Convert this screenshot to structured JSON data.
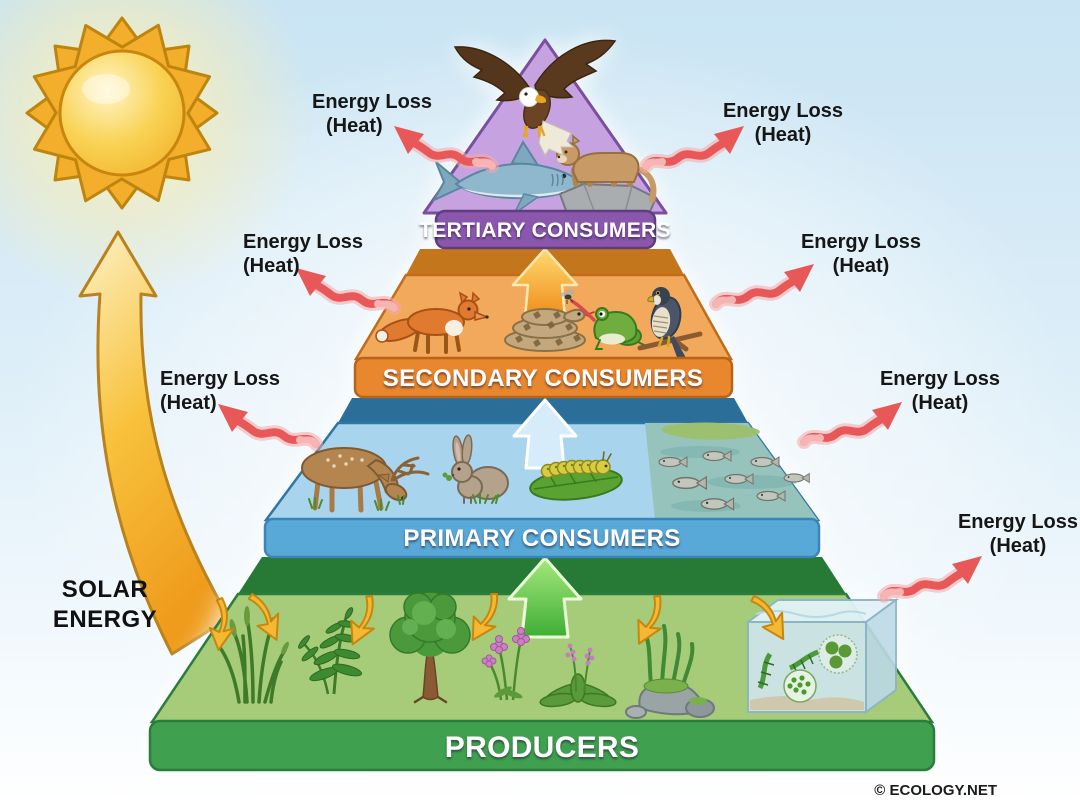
{
  "diagram": {
    "type": "energy-pyramid",
    "solar_label": {
      "line1": "SOLAR",
      "line2": "ENERGY"
    },
    "energy_loss_label": {
      "line1": "Energy Loss",
      "line2": "(Heat)"
    },
    "energy_loss_count": 7,
    "copyright": "© ECOLOGY.NET"
  },
  "levels": [
    {
      "id": "producers",
      "label": "PRODUCERS",
      "top_fill": "#a6cc79",
      "band_fill": "#3fa04f",
      "band_edge": "#2a7d3a",
      "back_fill": "#267a36",
      "organisms": [
        "grass",
        "fern",
        "tree",
        "wildflowers",
        "flowering-plant",
        "moss-rocks-seaweed",
        "algae-water-cube"
      ]
    },
    {
      "id": "primary-consumers",
      "label": "PRIMARY CONSUMERS",
      "top_fill": "#a9d4ee",
      "band_fill": "#58a8d8",
      "band_edge": "#3a85b5",
      "back_fill": "#2b6e99",
      "organisms": [
        "deer",
        "rabbit",
        "caterpillar-on-leaf",
        "fish-school"
      ]
    },
    {
      "id": "secondary-consumers",
      "label": "SECONDARY CONSUMERS",
      "top_fill": "#f2a95c",
      "band_fill": "#e8872d",
      "band_edge": "#b5641a",
      "back_fill": "#c4761c",
      "organisms": [
        "fox",
        "snake",
        "frog-with-insect",
        "falcon"
      ]
    },
    {
      "id": "tertiary-consumers",
      "label": "TERTIARY CONSUMERS",
      "top_fill": "#c6a3e0",
      "band_fill": "#8a57ad",
      "band_edge": "#5f3d7e",
      "back_fill": "#7a4fa0",
      "organisms": [
        "eagle",
        "shark",
        "mountain-lion"
      ]
    }
  ],
  "arrows": {
    "energy_loss_color": "#e85858",
    "flow_to_primary": "#4fbc3e",
    "flow_to_secondary": "#d6ecfa",
    "flow_to_tertiary": "#f59c28",
    "sunbeam_color": "#f5b832",
    "solar_arrow_color": "#f6b42a"
  },
  "sun": {
    "body_color": "#f8c93e",
    "ray_color": "#f3ae2b",
    "outline_color": "#bd850e"
  }
}
